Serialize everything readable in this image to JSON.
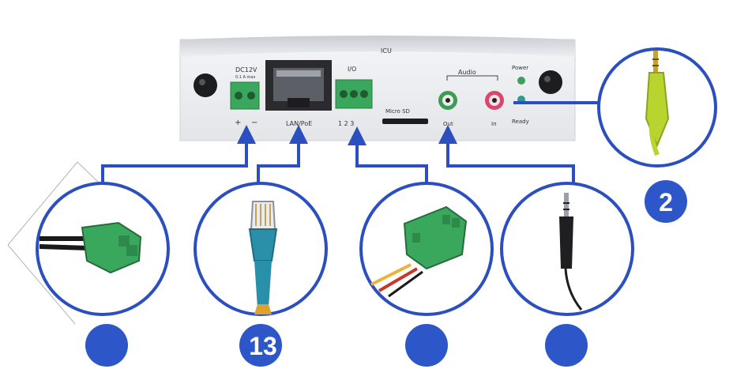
{
  "device_labels": {
    "dc_power": "DC12V",
    "dc_power_sub": "0.1 A max",
    "dc_plus": "+",
    "dc_minus": "−",
    "lan": "LAN/PoE",
    "io": "I/O",
    "io_pins": "1  2  3",
    "micro_sd": "Micro SD",
    "audio": "Audio",
    "audio_out": "Out",
    "audio_in": "In",
    "power": "Power",
    "ready": "Ready"
  },
  "callouts": [
    {
      "id": "power-connector",
      "number": ""
    },
    {
      "id": "ethernet-cable",
      "number": "13"
    },
    {
      "id": "io-connector",
      "number": ""
    },
    {
      "id": "audio-out-plug",
      "number": ""
    },
    {
      "id": "audio-in-plug",
      "number": "2"
    }
  ],
  "colors": {
    "callout_blue": "#2b4fbf",
    "badge_blue": "#2d57c9",
    "terminal_green": "#3aa85c",
    "rj45_cable": "#2a8fa8",
    "mic_jack_pink": "#d9466e",
    "line_out_green": "#3f9a55",
    "yellow_green_plug": "#b8d42f"
  }
}
